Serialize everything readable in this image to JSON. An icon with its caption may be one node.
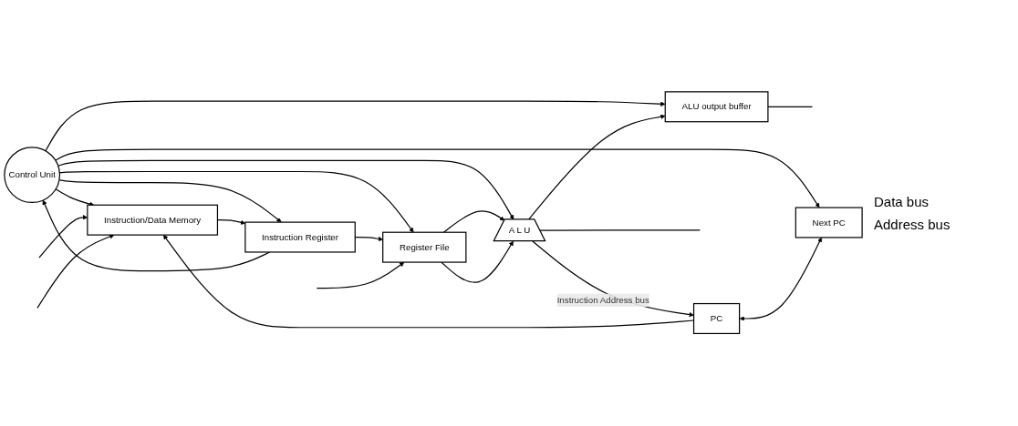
{
  "diagram": {
    "nodes": [
      {
        "text": [
          "Control Unit"
        ]
      },
      {
        "text": [
          "PC"
        ]
      },
      {
        "text": [
          "Next PC"
        ]
      },
      {
        "text": [
          "Instruction/Data Memory"
        ]
      },
      {
        "text": [
          "Instruction Register"
        ]
      },
      {
        "text": [
          "Register File"
        ]
      },
      {
        "text": [
          "A L U"
        ]
      },
      {
        "text": [
          "ALU output buffer"
        ]
      }
    ],
    "edges": [
      {
        "from": 0,
        "to": 3,
        "arrow": "to"
      },
      {
        "from": 0,
        "to": 2,
        "arrow": "to"
      },
      {
        "from": 0,
        "to": 4,
        "arrow": "to"
      },
      {
        "from": 4,
        "to": 0,
        "arrow": "to"
      },
      {
        "from": 0,
        "to": 5,
        "arrow": "to"
      },
      {
        "from": 0,
        "to": 6,
        "arrow": "to"
      },
      {
        "from": 0,
        "to": 7,
        "arrow": "to"
      },
      {
        "from": 1,
        "to": 3,
        "arrow": "to"
      },
      {
        "from": 1,
        "to": 2,
        "arrow": "both"
      },
      {
        "from": 3,
        "to": 4,
        "arrow": "to"
      },
      {
        "from": 4,
        "to": 5,
        "arrow": "to"
      },
      {
        "from": 5,
        "to": 6,
        "arrow": "to"
      },
      {
        "from": 5,
        "to": 6,
        "arrow": "to"
      },
      {
        "from": 6,
        "to": 7,
        "arrow": "to"
      },
      {
        "from": 6,
        "to": 1,
        "arrow": "to",
        "label": "Instruction Address bus"
      },
      {
        "from": 7,
        "to": null,
        "arrow": "none"
      },
      {
        "from": null,
        "to": 3,
        "arrow": "to"
      },
      {
        "from": null,
        "to": 5,
        "arrow": "to"
      },
      {
        "from": 6,
        "to": null,
        "arrow": "none"
      },
      {
        "from": null,
        "to": 3,
        "arrow": "to"
      }
    ],
    "labels": [
      "Data bus",
      "Address bus"
    ]
  }
}
